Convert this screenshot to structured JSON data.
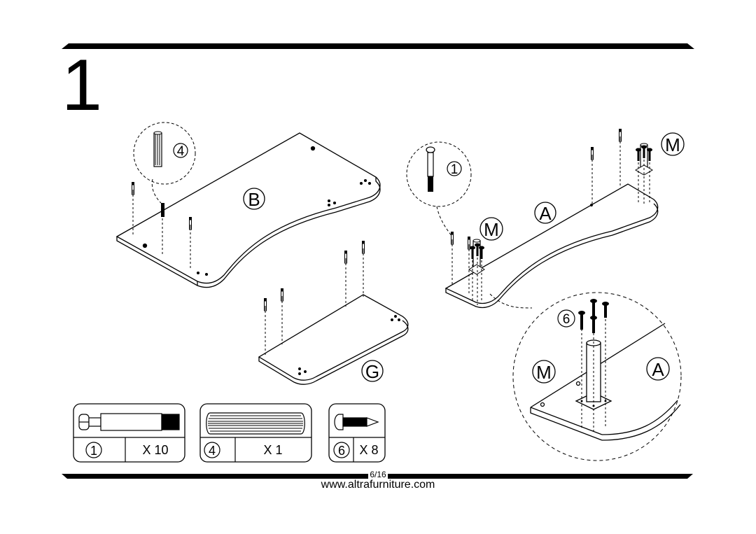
{
  "step_number": "1",
  "labels": {
    "panel_b": "B",
    "panel_g": "G",
    "panel_a": "A",
    "panel_a_detail": "A",
    "bracket_m_1": "M",
    "bracket_m_2": "M",
    "bracket_m_detail": "M"
  },
  "callouts": {
    "dowel": "4",
    "cam_bolt": "1",
    "screw": "6"
  },
  "parts": [
    {
      "id": "1",
      "quantity": "X 10",
      "icon": "cam-bolt-icon"
    },
    {
      "id": "4",
      "quantity": "X 1",
      "icon": "wood-dowel-icon"
    },
    {
      "id": "6",
      "quantity": "X 8",
      "icon": "screw-icon"
    }
  ],
  "footer": {
    "page": "6/16",
    "url": "www.altrafurniture.com"
  }
}
